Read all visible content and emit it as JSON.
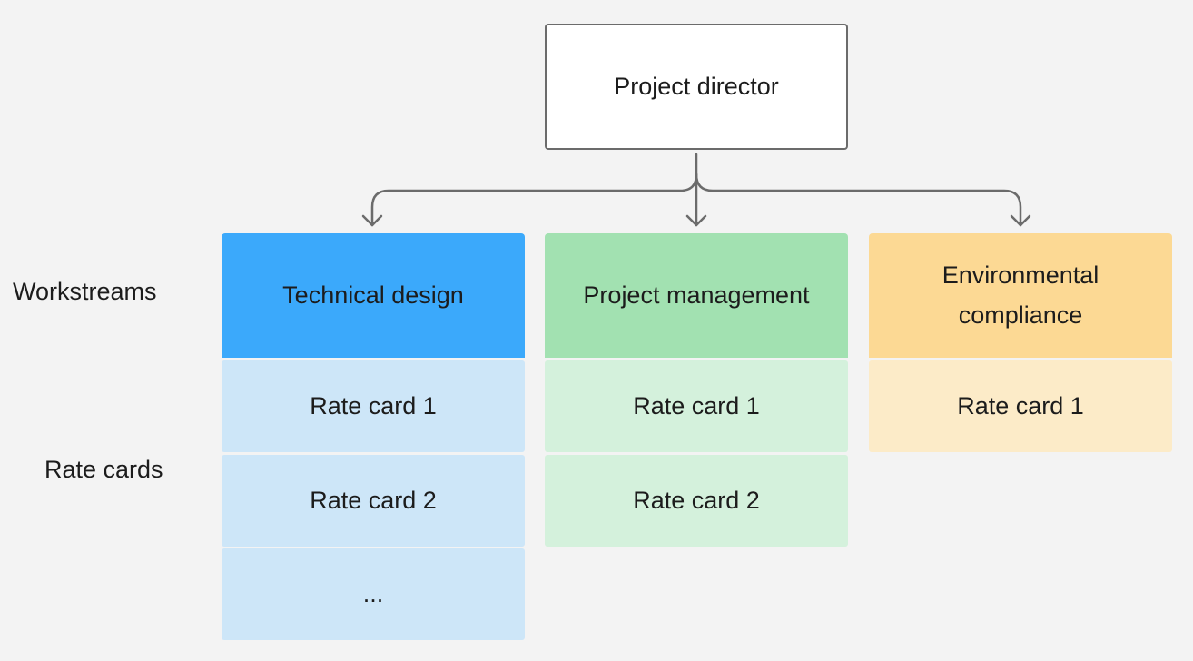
{
  "director": {
    "label": "Project director"
  },
  "side_labels": {
    "workstreams": "Workstreams",
    "rate_cards": "Rate cards"
  },
  "workstreams": [
    {
      "title": "Technical design",
      "header_color": "#3ba9fb",
      "card_color": "#cde6f8",
      "cards": [
        "Rate card 1",
        "Rate card 2",
        "..."
      ]
    },
    {
      "title": "Project management",
      "header_color": "#a2e1b1",
      "card_color": "#d4f1dc",
      "cards": [
        "Rate card 1",
        "Rate card 2"
      ]
    },
    {
      "title": "Environmental compliance",
      "header_color": "#fcd994",
      "card_color": "#fcebc8",
      "cards": [
        "Rate card 1"
      ]
    }
  ],
  "connector_color": "#6b6b6b"
}
